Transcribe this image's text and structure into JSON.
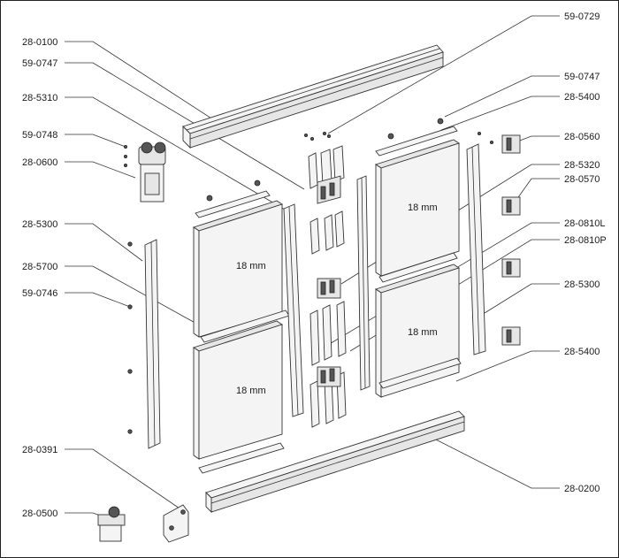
{
  "diagram": {
    "labels": {
      "l_28_0100": "28-0100",
      "l_59_0747_a": "59-0747",
      "l_28_5310": "28-5310",
      "l_59_0748": "59-0748",
      "l_28_0600": "28-0600",
      "l_28_5300_a": "28-5300",
      "l_28_5700": "28-5700",
      "l_59_0746": "59-0746",
      "l_28_0391": "28-0391",
      "l_28_0500": "28-0500",
      "l_59_0729": "59-0729",
      "l_59_0747_b": "59-0747",
      "l_28_5400_a": "28-5400",
      "l_28_0560": "28-0560",
      "l_28_5320": "28-5320",
      "l_28_0570": "28-0570",
      "l_28_0810L": "28-0810L",
      "l_28_0810P": "28-0810P",
      "l_28_5300_b": "28-5300",
      "l_28_5400_b": "28-5400",
      "l_28_0200": "28-0200"
    },
    "panels": {
      "thickness_tl": "18 mm",
      "thickness_bl": "18 mm",
      "thickness_tr": "18 mm",
      "thickness_br": "18 mm"
    }
  }
}
